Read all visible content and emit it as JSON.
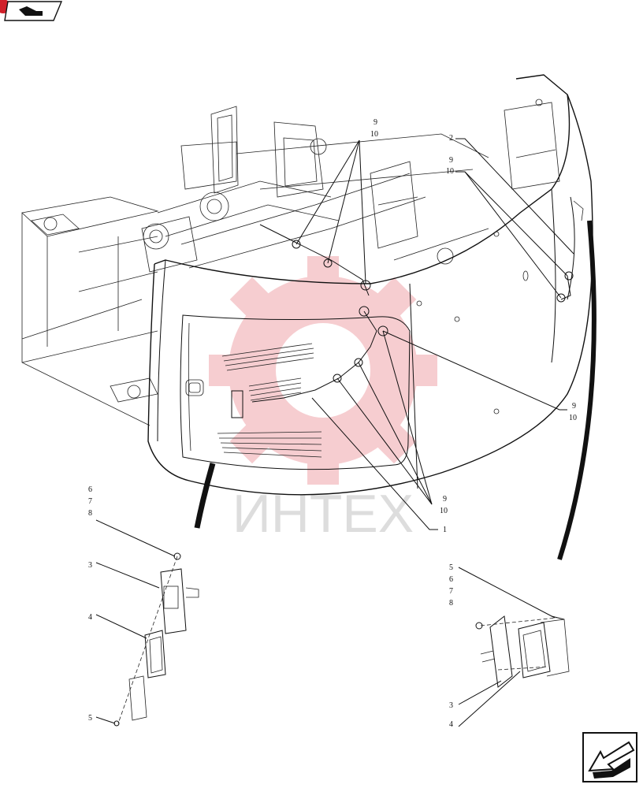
{
  "watermark": {
    "text": "ИНТЕХ",
    "color": "#e8a8a8"
  },
  "callouts": {
    "top_9_10": [
      "9",
      "10"
    ],
    "right_2": "2",
    "right_9_10": [
      "9",
      "10"
    ],
    "mid_right_9_10": [
      "9",
      "10"
    ],
    "bottom_9_10": [
      "9",
      "10"
    ],
    "bottom_1": "1",
    "left_6_7_8": [
      "6",
      "7",
      "8"
    ],
    "left_3": "3",
    "left_4": "4",
    "left_5": "5",
    "right_5_6_7_8": [
      "5",
      "6",
      "7",
      "8"
    ],
    "right_3": "3",
    "right_4": "4"
  },
  "icons": {
    "top_left": "book-nav-icon",
    "bottom_right": "next-page-arrow-icon"
  },
  "colors": {
    "line": "#111111",
    "badge": "#d0202a"
  }
}
